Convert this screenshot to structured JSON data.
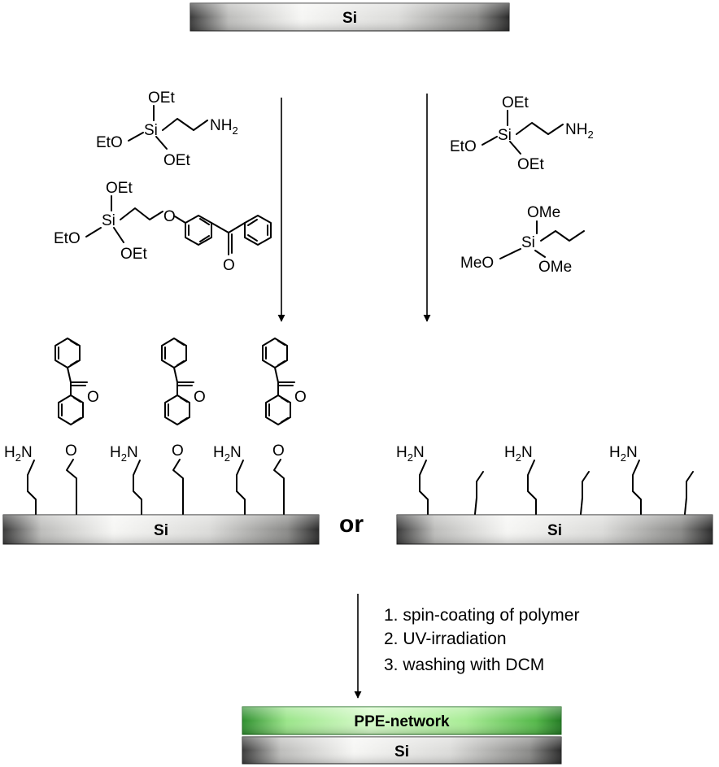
{
  "substrates": {
    "top": "Si",
    "left_product": "Si",
    "right_product": "Si",
    "final_base": "Si",
    "final_layer": "PPE-network"
  },
  "reagents": {
    "left": {
      "aminosilane": {
        "oet_top": "OEt",
        "si": "Si",
        "eto": "EtO",
        "oet_bottom": "OEt",
        "amine": "NH",
        "amine_sub": "2"
      },
      "benzophenone_silane": {
        "oet_top": "OEt",
        "si": "Si",
        "eto": "EtO",
        "oet_bottom": "OEt",
        "ether_o": "O",
        "carbonyl_o": "O"
      }
    },
    "right": {
      "aminosilane": {
        "oet_top": "OEt",
        "si": "Si",
        "eto": "EtO",
        "oet_bottom": "OEt",
        "amine": "NH",
        "amine_sub": "2"
      },
      "propylsilane": {
        "ome_top": "OMe",
        "si": "Si",
        "meo": "MeO",
        "ome_bottom": "OMe"
      }
    }
  },
  "surface_labels": {
    "amine": "H",
    "amine_sub": "2",
    "amine_n": "N",
    "ether_o": "O",
    "carbonyl_o": "O"
  },
  "connector": "or",
  "steps": [
    "1. spin-coating of polymer",
    "2. UV-irradiation",
    "3. washing with DCM"
  ],
  "colors": {
    "si_light": "#f4f4f2",
    "si_dark": "#2f2f2f",
    "ppe_light": "#c8f5b8",
    "ppe_dark": "#2e9b2e"
  }
}
